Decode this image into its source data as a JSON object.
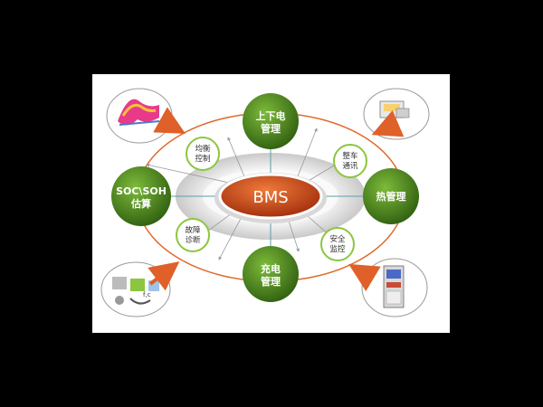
{
  "center": {
    "label": "BMS"
  },
  "main_nodes": [
    {
      "id": "top",
      "line1": "上下电",
      "line2": "管理"
    },
    {
      "id": "left",
      "line1": "SOC\\SOH",
      "line2": "估算"
    },
    {
      "id": "right",
      "line1": "热管理",
      "line2": ""
    },
    {
      "id": "bottom",
      "line1": "充电",
      "line2": "管理"
    }
  ],
  "sub_nodes": [
    {
      "id": "balance",
      "line1": "均衡",
      "line2": "控制"
    },
    {
      "id": "vehicle",
      "line1": "整车",
      "line2": "通讯"
    },
    {
      "id": "fault",
      "line1": "故障",
      "line2": "诊断"
    },
    {
      "id": "safety",
      "line1": "安全",
      "line2": "监控"
    }
  ],
  "colors": {
    "main_node": "#4f8a1e",
    "sub_border": "#8cc63f",
    "center": "#c9401a",
    "arrow": "#e0602a",
    "orbit": "#e06a2a",
    "ring": "#d0d0d0",
    "connector": "#5aa0a8"
  }
}
